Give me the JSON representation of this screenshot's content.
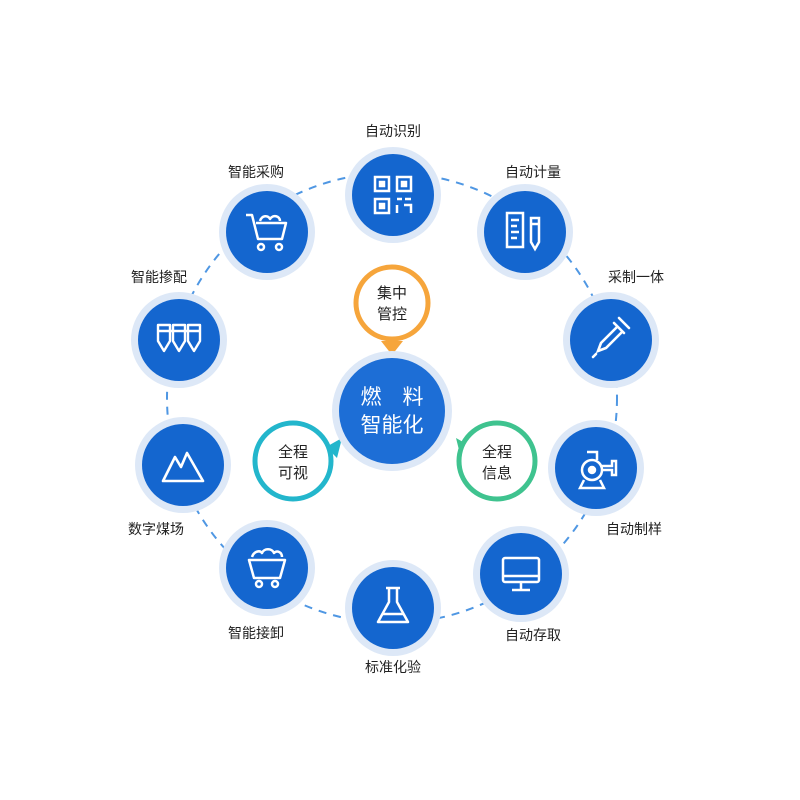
{
  "center": {
    "line1": "燃　料",
    "line2": "智能化"
  },
  "bubbles": {
    "top": {
      "line1": "集中",
      "line2": "管控",
      "color": "#F6A53B"
    },
    "left": {
      "line1": "全程",
      "line2": "可视",
      "color": "#23B6CC"
    },
    "right": {
      "line1": "全程",
      "line2": "信息",
      "color": "#3FC38F"
    }
  },
  "nodes": [
    {
      "label": "自动识别",
      "icon": "qr-code-icon"
    },
    {
      "label": "自动计量",
      "icon": "gauge-pen-icon"
    },
    {
      "label": "采制一体",
      "icon": "dropper-icon"
    },
    {
      "label": "自动制样",
      "icon": "sample-pump-icon"
    },
    {
      "label": "自动存取",
      "icon": "monitor-icon"
    },
    {
      "label": "标准化验",
      "icon": "flask-icon"
    },
    {
      "label": "智能接卸",
      "icon": "mine-cart-icon"
    },
    {
      "label": "数字煤场",
      "icon": "coal-pile-icon"
    },
    {
      "label": "智能掺配",
      "icon": "blending-bins-icon"
    },
    {
      "label": "智能采购",
      "icon": "shopping-cart-icon"
    }
  ],
  "colors": {
    "node_fill": "#1466CF",
    "node_halo": "#DDE8F7",
    "ring_dash": "#4F97E3",
    "center_fill": "#1D6ED6"
  }
}
